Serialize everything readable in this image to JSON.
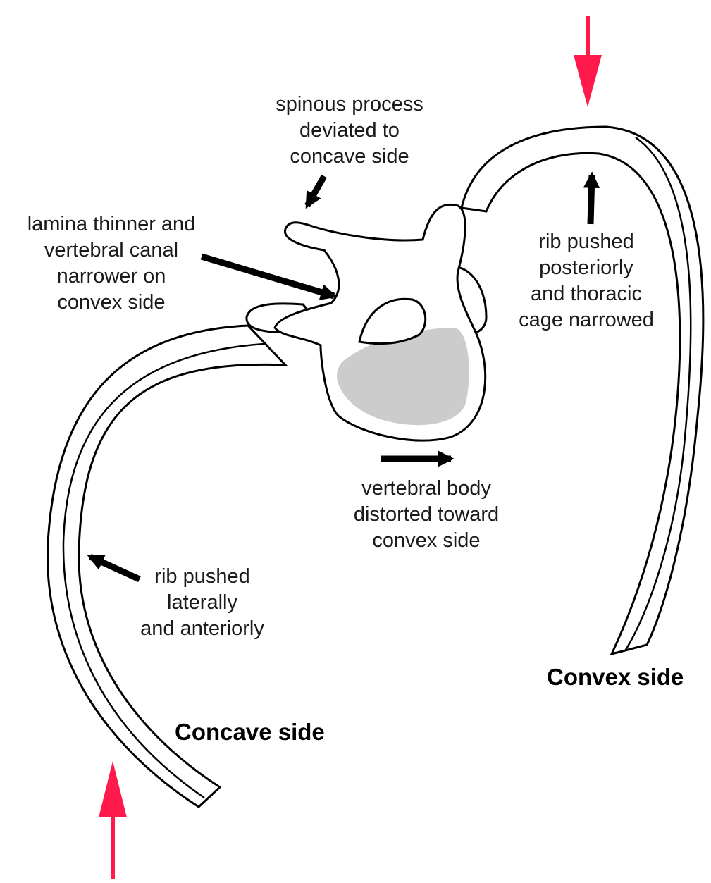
{
  "colors": {
    "outline": "#000000",
    "fill": "#ffffff",
    "vertebral_body_shade": "#cccccc",
    "force_arrow": "#ff1a4b",
    "label_arrow": "#000000"
  },
  "labels": {
    "spinous": [
      "spinous process",
      "deviated to",
      "concave side"
    ],
    "lamina": [
      "lamina thinner and",
      "vertebral canal",
      "narrower on",
      "convex side"
    ],
    "rib_posterior": [
      "rib pushed",
      "posteriorly",
      "and thoracic",
      "cage narrowed"
    ],
    "vertebral_body": [
      "vertebral body",
      "distorted toward",
      "convex side"
    ],
    "rib_lateral": [
      "rib pushed",
      "laterally",
      "and anteriorly"
    ]
  },
  "sides": {
    "convex": "Convex side",
    "concave": "Concave side"
  }
}
